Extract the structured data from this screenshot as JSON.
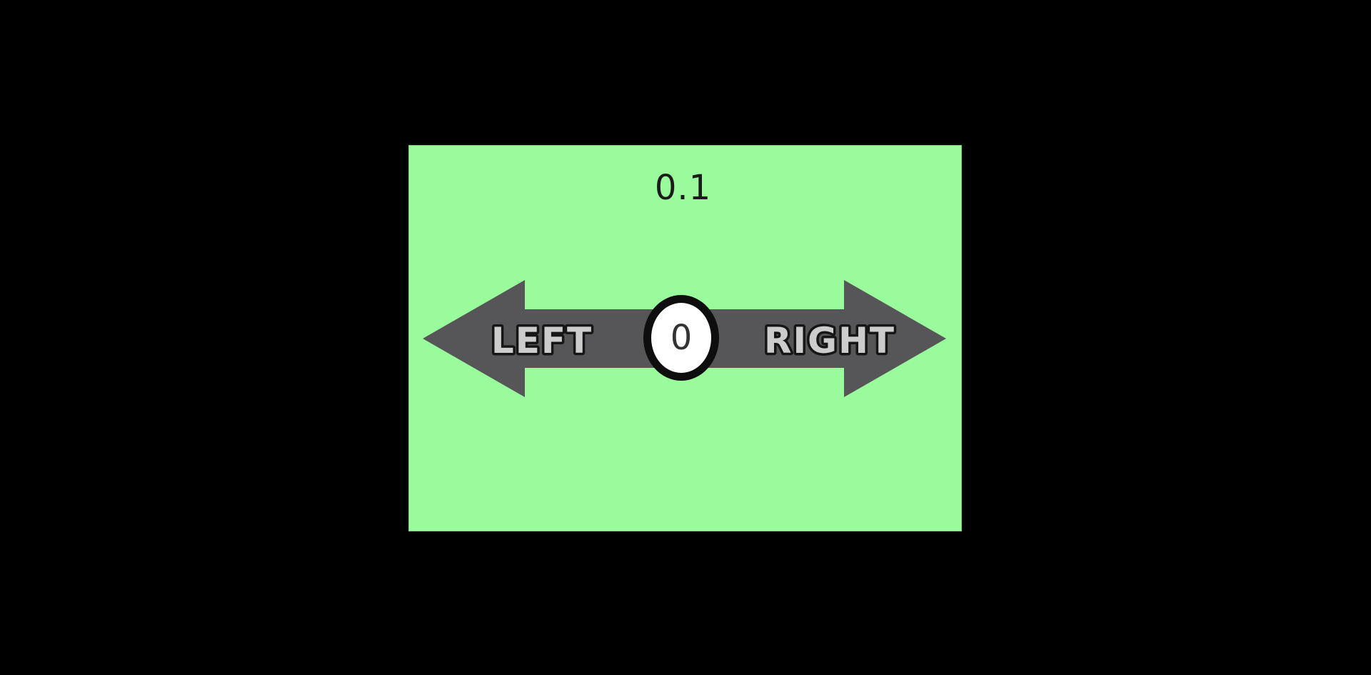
{
  "colors": {
    "letterbox_background": "#000000",
    "panel_background": "#9AFB9C",
    "arrow_fill": "#565659",
    "label_fill": "#CCCCCC",
    "label_outline": "#161616",
    "knob_fill": "#FFFFFF",
    "knob_ring": "#0E0E0E",
    "knob_value_text": "#333333",
    "step_value_text": "#1B1B1B"
  },
  "panel": {
    "step_value": "0.1",
    "slider": {
      "left_label": "LEFT",
      "right_label": "RIGHT",
      "knob_value": "0"
    }
  }
}
